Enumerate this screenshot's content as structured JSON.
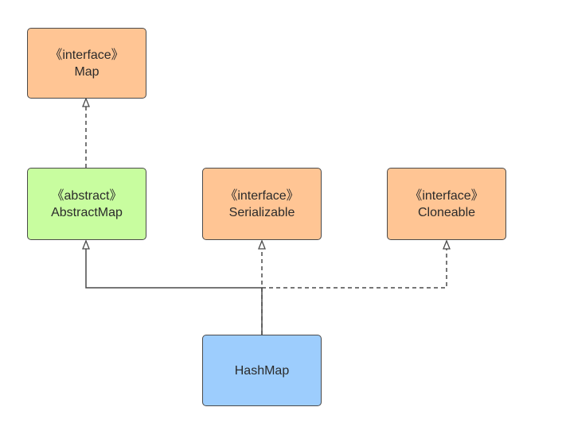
{
  "nodes": {
    "map": {
      "stereotype": "《interface》",
      "name": "Map"
    },
    "abstract_map": {
      "stereotype": "《abstract》",
      "name": "AbstractMap"
    },
    "serializable": {
      "stereotype": "《interface》",
      "name": "Serializable"
    },
    "cloneable": {
      "stereotype": "《interface》",
      "name": "Cloneable"
    },
    "hashmap": {
      "name": "HashMap"
    }
  },
  "colors": {
    "interface_fill": "#ffc594",
    "abstract_fill": "#c8fd9f",
    "class_fill": "#9dcdfd",
    "border": "#4a4a4a",
    "line": "#4a4a4a"
  },
  "relations": [
    {
      "from": "abstract_map",
      "to": "map",
      "type": "realization"
    },
    {
      "from": "hashmap",
      "to": "abstract_map",
      "type": "generalization"
    },
    {
      "from": "hashmap",
      "to": "serializable",
      "type": "realization"
    },
    {
      "from": "hashmap",
      "to": "cloneable",
      "type": "realization"
    }
  ]
}
